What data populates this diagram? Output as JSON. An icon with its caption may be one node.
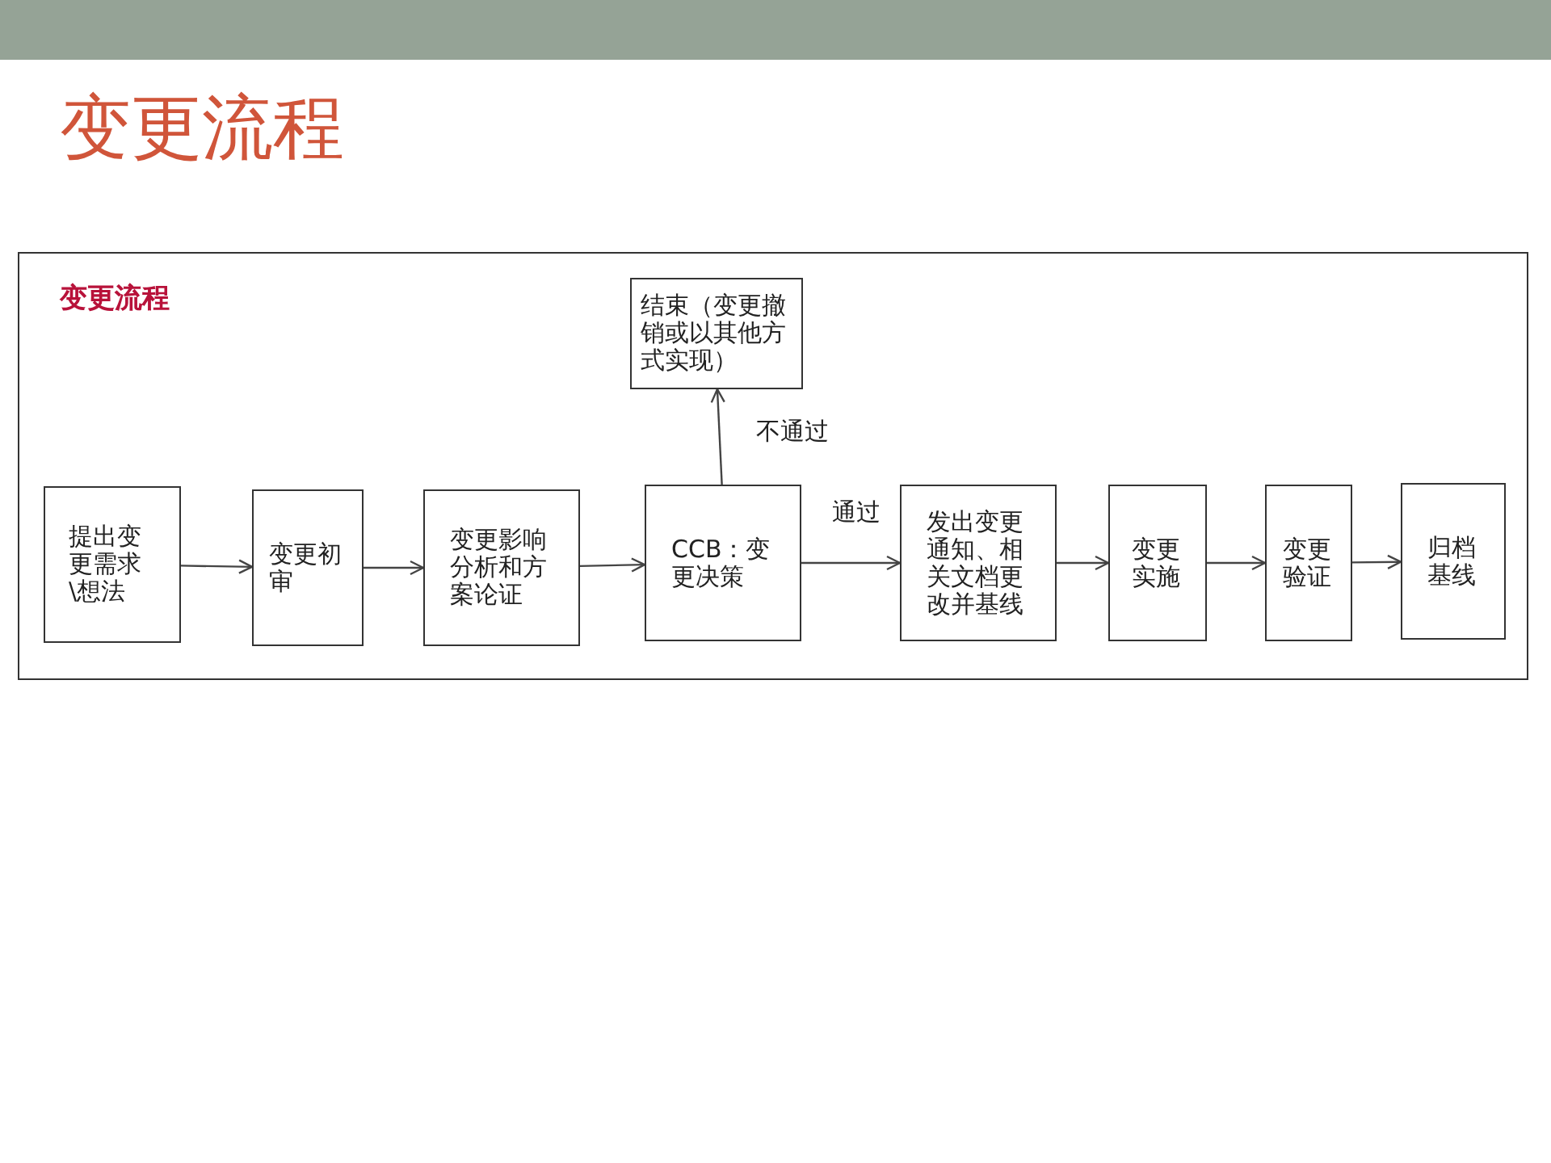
{
  "diagram": {
    "title": "变更流程",
    "nodes": [
      {
        "text": [
          "变更流程"
        ]
      },
      {
        "text": [
          "提出变更需求\\想法"
        ],
        "in": 0
      },
      {
        "text": [
          "变更初审"
        ],
        "in": 0
      },
      {
        "text": [
          "变更影响分析和方案论证"
        ],
        "in": 0
      },
      {
        "text": [
          "CCB：变更决策"
        ],
        "in": 0
      },
      {
        "text": [
          "结束（变更撤销或以其他方式实现）"
        ],
        "in": 0
      },
      {
        "text": [
          "发出变更通知、相关文档更改并基线"
        ],
        "in": 0
      },
      {
        "text": [
          "变更实施"
        ],
        "in": 0
      },
      {
        "text": [
          "变更验证"
        ],
        "in": 0
      },
      {
        "text": [
          "归档基线"
        ],
        "in": 0
      },
      {
        "text": [],
        "shape": "bar"
      }
    ],
    "edges": [
      {
        "from": 1,
        "to": 2,
        "arrow": "to"
      },
      {
        "from": 2,
        "to": 3,
        "arrow": "to"
      },
      {
        "from": 3,
        "to": 4,
        "arrow": "to"
      },
      {
        "from": 4,
        "to": 5,
        "arrow": "to",
        "label": "不通过"
      },
      {
        "from": 4,
        "to": 6,
        "arrow": "to",
        "label": "通过"
      },
      {
        "from": 6,
        "to": 7,
        "arrow": "to"
      },
      {
        "from": 7,
        "to": 8,
        "arrow": "to"
      },
      {
        "from": 8,
        "to": 9,
        "arrow": "to"
      }
    ]
  }
}
